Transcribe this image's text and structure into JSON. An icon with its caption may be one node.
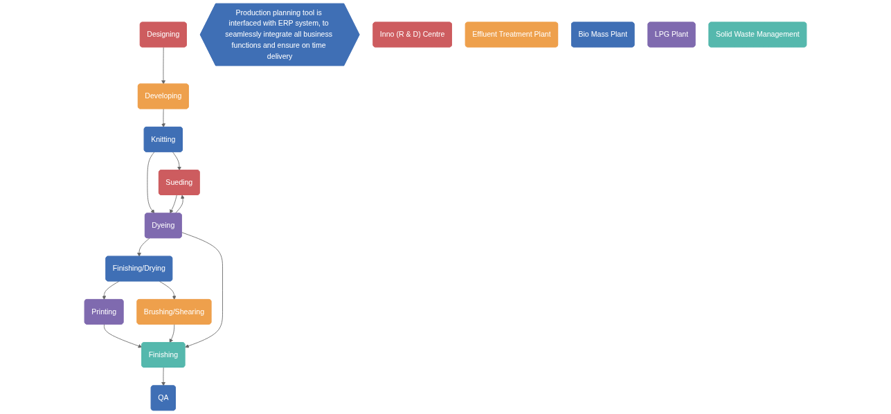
{
  "diagram": {
    "nodes": [
      {
        "text": [
          "Designing"
        ]
      },
      {
        "text": [
          "Developing"
        ]
      },
      {
        "text": [
          "Knitting"
        ]
      },
      {
        "text": [
          "Sueding"
        ]
      },
      {
        "text": [
          "Dyeing"
        ]
      },
      {
        "text": [
          "Finishing/Drying"
        ]
      },
      {
        "text": [
          "Brushing/Shearing"
        ]
      },
      {
        "text": [
          "Printing"
        ]
      },
      {
        "text": [
          "Finishing"
        ]
      },
      {
        "text": [
          "QA"
        ]
      },
      {
        "text": [
          "Production planning tool is interfaced with ERP system, to seamlessly integrate all business functions and ensure on time delivery"
        ]
      },
      {
        "text": [
          "Inno (R & D) Centre"
        ]
      },
      {
        "text": [
          "Effluent Treatment Plant"
        ]
      },
      {
        "text": [
          "Bio Mass Plant"
        ]
      },
      {
        "text": [
          "LPG Plant"
        ]
      },
      {
        "text": [
          "Solid Waste Management"
        ]
      }
    ],
    "edges": [
      {
        "from": 0,
        "to": 1,
        "arrow": "to"
      },
      {
        "from": 1,
        "to": 2,
        "arrow": "to"
      },
      {
        "from": 2,
        "to": 3,
        "arrow": "to"
      },
      {
        "from": 2,
        "to": 4,
        "arrow": "to"
      },
      {
        "from": 3,
        "to": 4,
        "arrow": "to"
      },
      {
        "from": 4,
        "to": 3,
        "arrow": "to"
      },
      {
        "from": 4,
        "to": 5,
        "arrow": "to"
      },
      {
        "from": 5,
        "to": 6,
        "arrow": "to"
      },
      {
        "from": 5,
        "to": 7,
        "arrow": "to"
      },
      {
        "from": 7,
        "to": 8,
        "arrow": "to"
      },
      {
        "from": 6,
        "to": 8,
        "arrow": "to"
      },
      {
        "from": 4,
        "to": 8,
        "arrow": "to"
      },
      {
        "from": 8,
        "to": 9,
        "arrow": "to"
      }
    ]
  }
}
